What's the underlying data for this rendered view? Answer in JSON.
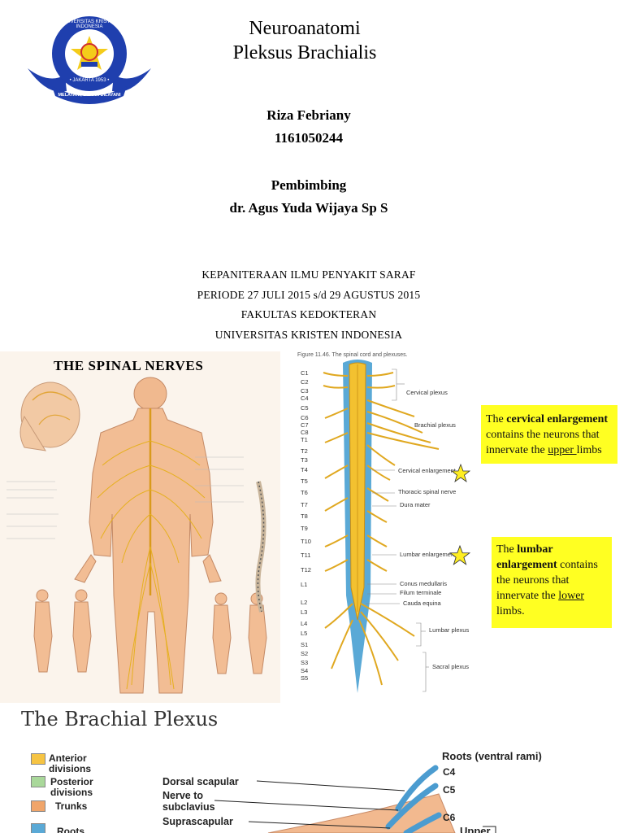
{
  "logo": {
    "ring_text_top": "UNIVERSITAS KRISTEN INDONESIA",
    "ring_text_mid": "• JAKARTA 1953 •",
    "banner_text": "MELAYANI, BUKAN DILAYANI"
  },
  "title": {
    "line1": "Neuroanatomi",
    "line2": "Pleksus Brachialis"
  },
  "author": {
    "name": "Riza Febriany",
    "id": "1161050244"
  },
  "advisor": {
    "heading": "Pembimbing",
    "name": "dr. Agus Yuda Wijaya Sp S"
  },
  "institution": {
    "line1": "KEPANITERAAN ILMU PENYAKIT SARAF",
    "line2": "PERIODE 27 JULI 2015 s/d  29 AGUSTUS 2015",
    "line3": "FAKULTAS KEDOKTERAN",
    "line4": "UNIVERSITAS KRISTEN INDONESIA"
  },
  "spinal_poster": {
    "title": "THE SPINAL NERVES"
  },
  "cord_diagram": {
    "caption": "Figure 11.46.  The spinal cord and plexuses.",
    "segments": [
      "C1",
      "C2",
      "C3",
      "C4",
      "C5",
      "C6",
      "C7",
      "C8",
      "T1",
      "T2",
      "T3",
      "T4",
      "T5",
      "T6",
      "T7",
      "T8",
      "T9",
      "T10",
      "T11",
      "T12",
      "L1",
      "L2",
      "L3",
      "L4",
      "L5",
      "S1",
      "S2",
      "S3",
      "S4",
      "S5"
    ],
    "labels": {
      "cervical_plexus": "Cervical plexus",
      "brachial_plexus": "Brachial plexus",
      "cervical_enlargement": "Cervical enlargement",
      "thoracic_spinal_nerve": "Thoracic spinal nerve",
      "dura_mater": "Dura mater",
      "lumbar_enlargement": "Lumbar enlargement",
      "conus_medullaris": "Conus medullaris",
      "filum_terminale": "Filum terminale",
      "cauda_equina": "Cauda equina",
      "lumbar_plexus": "Lumbar plexus",
      "sacral_plexus": "Sacral plexus"
    }
  },
  "callouts": {
    "cervical": {
      "p1": "The ",
      "bold": "cervical enlargement",
      "p2": " contains the neurons that innervate the ",
      "underline": "upper ",
      "p3": "limbs"
    },
    "lumbar": {
      "p1": "The ",
      "bold": "lumbar enlargement",
      "p2": " contains the neurons that innervate the ",
      "underline": "lower",
      "p3": " limbs."
    }
  },
  "brachial": {
    "title": "The Brachial Plexus",
    "legend": [
      {
        "label": "Anterior divisions",
        "color": "#f6c443"
      },
      {
        "label": "Posterior divisions",
        "color": "#a9d89a"
      },
      {
        "label": "Trunks",
        "color": "#f0a56a"
      },
      {
        "label": "Roots",
        "color": "#5aa9d6"
      }
    ],
    "roots_heading": "Roots (ventral rami)",
    "nerves": [
      "Dorsal scapular",
      "Nerve to subclavius",
      "Suprascapular"
    ],
    "roots": [
      "C4",
      "C5",
      "C6"
    ],
    "upper": "Upper"
  },
  "colors": {
    "callout": "#ffff22",
    "nerve": "#e8b21a",
    "root": "#5aa9d6",
    "star": "#ffee22"
  }
}
